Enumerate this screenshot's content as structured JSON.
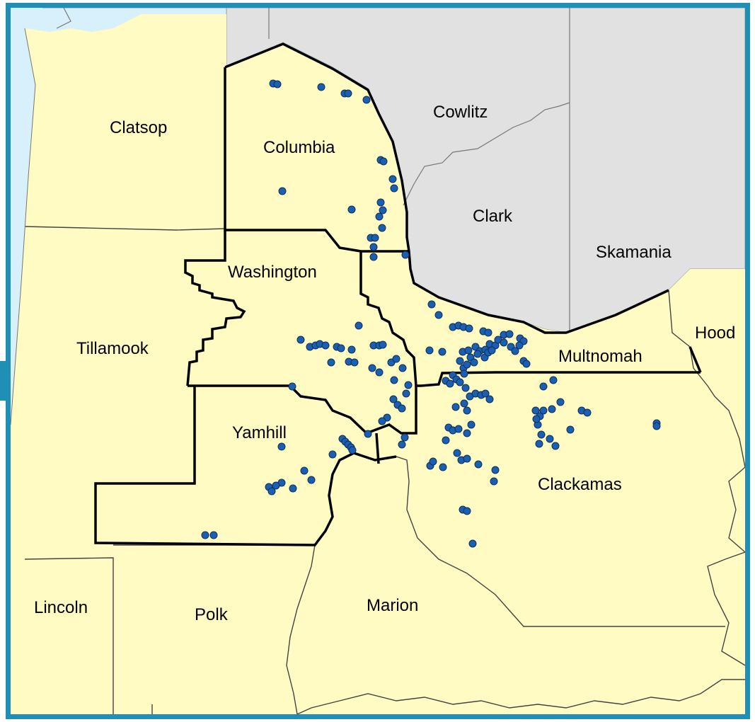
{
  "colors": {
    "frame": "#1f8fb5",
    "water": "#d8f0fb",
    "oregon_county_fill": "#fffbc2",
    "washington_county_fill": "#e1e1e1",
    "county_line": "#555555",
    "study_boundary": "#000000",
    "point_fill": "#1b5fb0",
    "point_stroke": "#0d2f5c"
  },
  "counties": {
    "clatsop": "Clatsop",
    "columbia": "Columbia",
    "cowlitz": "Cowlitz",
    "clark": "Clark",
    "skamania": "Skamania",
    "washington": "Washington",
    "tillamook": "Tillamook",
    "multnomah": "Multnomah",
    "hood": "Hood",
    "yamhill": "Yamhill",
    "clackamas": "Clackamas",
    "lincoln": "Lincoln",
    "polk": "Polk",
    "marion": "Marion"
  }
}
